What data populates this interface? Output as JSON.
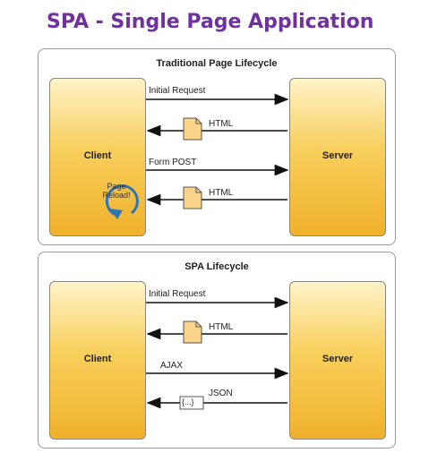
{
  "title": "SPA - Single Page Application",
  "traditional": {
    "title": "Traditional Page Lifecycle",
    "client": "Client",
    "server": "Server",
    "messages": [
      {
        "label": "Initial Request",
        "direction": "to-server"
      },
      {
        "label": "HTML",
        "direction": "to-client"
      },
      {
        "label": "Form POST",
        "direction": "to-server"
      },
      {
        "label": "HTML",
        "direction": "to-client"
      }
    ],
    "reload": "Page Reload!"
  },
  "spa": {
    "title": "SPA Lifecycle",
    "client": "Client",
    "server": "Server",
    "messages": [
      {
        "label": "Initial Request",
        "direction": "to-server"
      },
      {
        "label": "HTML",
        "direction": "to-client"
      },
      {
        "label": "AJAX",
        "direction": "to-server"
      },
      {
        "label": "JSON",
        "direction": "to-client",
        "icon": "{...}"
      }
    ]
  },
  "colors": {
    "title": "#7030a0",
    "box_fill": "#f0b12a",
    "doc_fill": "#fbd48a",
    "reload_arrow": "#2e75b6"
  }
}
